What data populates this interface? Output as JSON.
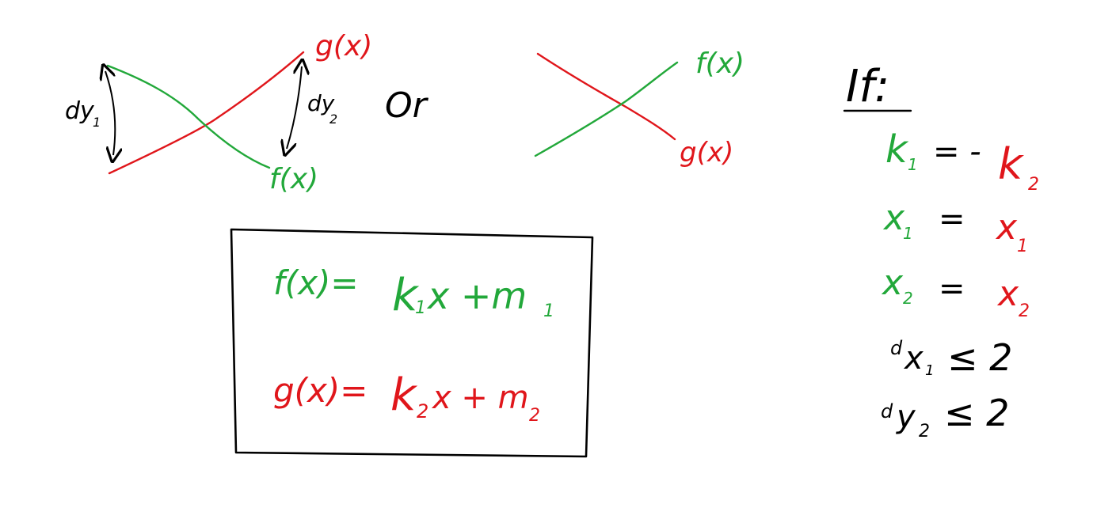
{
  "colors": {
    "f_color": "#22a83a",
    "g_color": "#e0161b",
    "ink": "#000000",
    "background": "#ffffff"
  },
  "left_sketch": {
    "g_label": "g(x)",
    "f_label": "f(x)",
    "dy1_label": "dy",
    "dy1_sub": "1",
    "dy2_label": "dy",
    "dy2_sub": "2"
  },
  "separator_word": "Or",
  "right_sketch": {
    "f_label": "f(x)",
    "g_label": "g(x)"
  },
  "equations_box": {
    "f_lhs": "f(x)=",
    "f_k": "k",
    "f_k_sub": "1",
    "f_rest": "x +m",
    "f_m_sub": "1",
    "g_lhs": "g(x)=",
    "g_k": "k",
    "g_k_sub": "2",
    "g_rest": "x + m",
    "g_m_sub": "2"
  },
  "conditions": {
    "header": "If:",
    "k1": "k",
    "k1_sub": "1",
    "eq_neg": "= -",
    "k2": "k",
    "k2_sub": "2",
    "x1_left": "x",
    "x1_left_sub": "1",
    "eq1": "=",
    "x1_right": "x",
    "x1_right_sub": "1",
    "x2_left": "x",
    "x2_left_sub": "2",
    "eq2": "=",
    "x2_right": "x",
    "x2_right_sub": "2",
    "dx1_d": "d",
    "dx1_x": "x",
    "dx1_sub": "1",
    "dx1_cmp": "≤ 2",
    "dy2_d": "d",
    "dy2_y": "y",
    "dy2_sub": "2",
    "dy2_cmp": "≤ 2"
  }
}
